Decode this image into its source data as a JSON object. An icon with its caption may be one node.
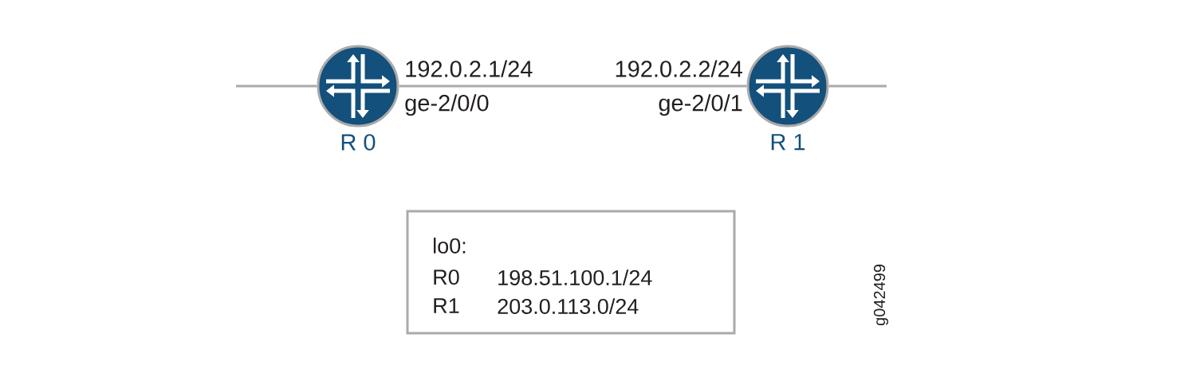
{
  "diagram": {
    "nodes": [
      {
        "text": [],
        "shape": "circle",
        "beside": [
          "192.0.2.1/24",
          "ge-2/0/0",
          "R 0"
        ]
      },
      {
        "text": [],
        "shape": "circle",
        "beside": [
          "192.0.2.2/24",
          "ge-2/0/1",
          "R 1"
        ]
      },
      {
        "text": [
          "lo0:",
          "R0",
          "198.51.100.1/24",
          "R1",
          "203.0.113.0/24"
        ]
      }
    ],
    "edges": [
      {
        "from": null,
        "to": 0,
        "arrow": "none"
      },
      {
        "from": 0,
        "to": 1,
        "arrow": "none"
      },
      {
        "from": 1,
        "to": null,
        "arrow": "none"
      }
    ],
    "labels": [
      "g042499"
    ]
  }
}
